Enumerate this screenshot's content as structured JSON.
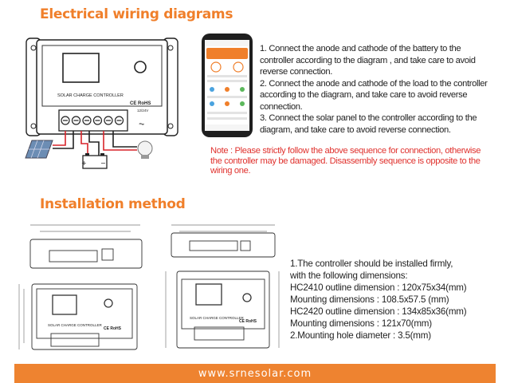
{
  "sections": {
    "wiring_title": "Electrical wiring diagrams",
    "install_title": "Installation method"
  },
  "controller": {
    "label": "SOLAR CHARGE CONTROLLER",
    "cert": "CE RoHS",
    "voltage": "12/24V",
    "mini_label": "SOLAR CHARGE CONTROLLER",
    "mini_cert": "CE RoHS"
  },
  "wiring_steps": [
    "1. Connect the anode and cathode of  the battery to the controller according to the diagram , and  take care to avoid reverse connection.",
    "2. Connect the anode and cathode of the load to the controller according to the diagram, and take care to avoid reverse connection.",
    "3. Connect the solar panel to the controller according to the diagram, and take care to avoid reverse connection."
  ],
  "note": "Note : Please strictly follow the above sequence for connection, otherwise the controller may be damaged. Disassembly sequence is opposite to the wiring one.",
  "install_specs": [
    "1.The controller should be installed firmly,",
    " with the following dimensions:",
    "HC2410 outline dimension : 120x75x34(mm)",
    "Mounting dimensions : 108.5x57.5 (mm)",
    "HC2420 outline dimension : 134x85x36(mm)",
    "Mounting dimensions : 121x70(mm)",
    "2.Mounting hole diameter : 3.5(mm)"
  ],
  "footer_url": "www.srnesolar.com",
  "colors": {
    "accent": "#f07f2a",
    "note": "#e0322e",
    "footer": "#ee8330"
  }
}
